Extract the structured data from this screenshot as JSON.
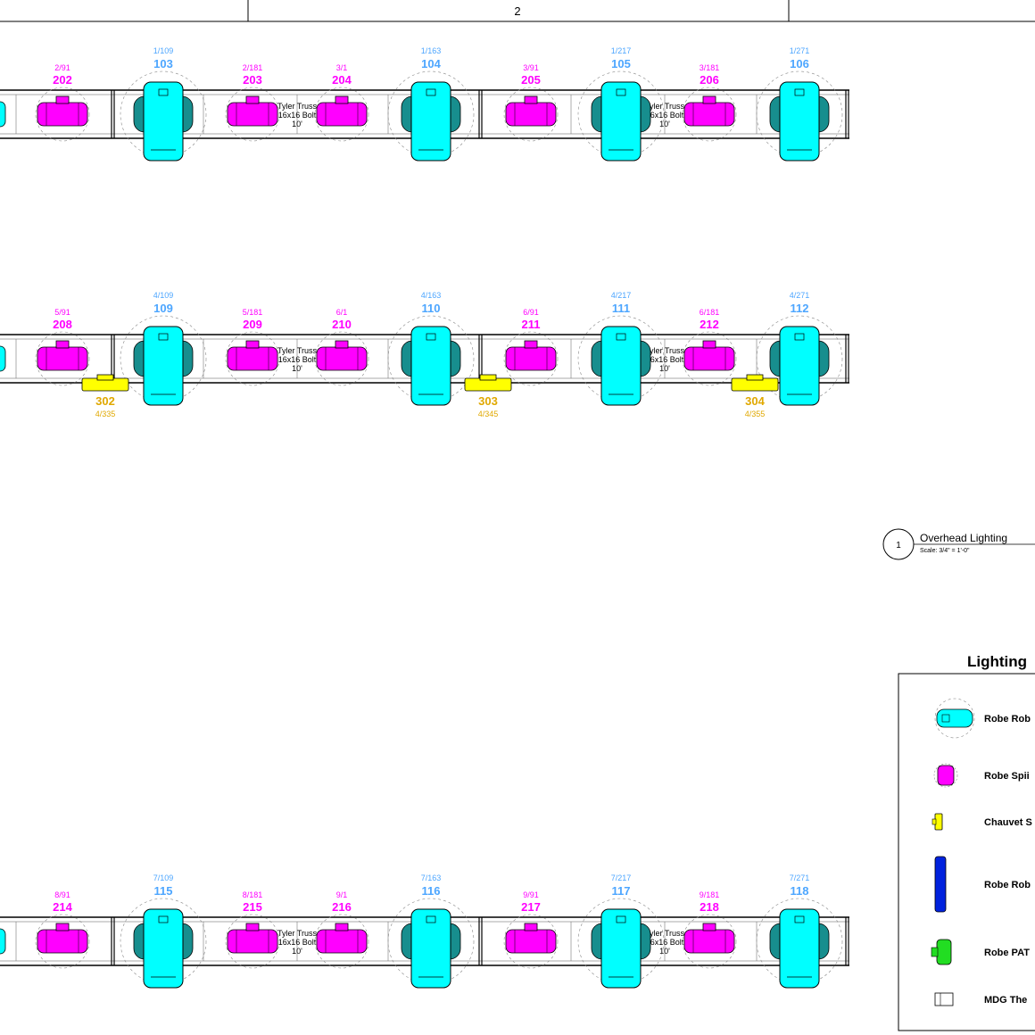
{
  "header": {
    "cells": [
      "",
      "2",
      ""
    ]
  },
  "colors": {
    "robin": "#00ffff",
    "spiider": "#ff00ff",
    "chauvet": "#ffff00",
    "robin_text": "#4da6ff",
    "spiider_text": "#ff00ff",
    "chauvet_text": "#e0a800",
    "ink": "#000000"
  },
  "truss_label": {
    "line1": "Tyler Truss",
    "line2": "16x16 Bolt",
    "line3": "10'"
  },
  "rows": [
    {
      "id": "row-1",
      "robins": [
        {
          "addr": "1/109",
          "num": "103"
        },
        {
          "addr": "1/163",
          "num": "104"
        },
        {
          "addr": "1/217",
          "num": "105"
        },
        {
          "addr": "1/271",
          "num": "106"
        }
      ],
      "spiiders": [
        {
          "addr": "2/91",
          "num": "202"
        },
        {
          "addr": "2/181",
          "num": "203"
        },
        {
          "addr": "3/1",
          "num": "204"
        },
        {
          "addr": "3/91",
          "num": "205"
        },
        {
          "addr": "3/181",
          "num": "206"
        }
      ],
      "chauvets": []
    },
    {
      "id": "row-2",
      "robins": [
        {
          "addr": "4/109",
          "num": "109"
        },
        {
          "addr": "4/163",
          "num": "110"
        },
        {
          "addr": "4/217",
          "num": "111"
        },
        {
          "addr": "4/271",
          "num": "112"
        }
      ],
      "spiiders": [
        {
          "addr": "5/91",
          "num": "208"
        },
        {
          "addr": "5/181",
          "num": "209"
        },
        {
          "addr": "6/1",
          "num": "210"
        },
        {
          "addr": "6/91",
          "num": "211"
        },
        {
          "addr": "6/181",
          "num": "212"
        }
      ],
      "chauvets": [
        {
          "addr": "4/335",
          "num": "302"
        },
        {
          "addr": "4/345",
          "num": "303"
        },
        {
          "addr": "4/355",
          "num": "304"
        }
      ]
    },
    {
      "id": "row-3",
      "robins": [
        {
          "addr": "7/109",
          "num": "115"
        },
        {
          "addr": "7/163",
          "num": "116"
        },
        {
          "addr": "7/217",
          "num": "117"
        },
        {
          "addr": "7/271",
          "num": "118"
        }
      ],
      "spiiders": [
        {
          "addr": "8/91",
          "num": "214"
        },
        {
          "addr": "8/181",
          "num": "215"
        },
        {
          "addr": "9/1",
          "num": "216"
        },
        {
          "addr": "9/91",
          "num": "217"
        },
        {
          "addr": "9/181",
          "num": "218"
        }
      ],
      "chauvets": []
    }
  ],
  "view_title": {
    "number": "1",
    "title": "Overhead Lighting",
    "scale": "Scale: 3/4\" = 1'-0\""
  },
  "legend": {
    "title": "Lighting",
    "items": [
      {
        "icon": "robe-robin-icon",
        "label": "Robe Rob",
        "color": "#00ffff"
      },
      {
        "icon": "robe-spiider-icon",
        "label": "Robe Spii",
        "color": "#ff00ff"
      },
      {
        "icon": "chauvet-icon",
        "label": "Chauvet S",
        "color": "#ffff00"
      },
      {
        "icon": "robe-blue-icon",
        "label": "Robe Rob",
        "color": "#0022dd"
      },
      {
        "icon": "robe-patt-icon",
        "label": "Robe PAT",
        "color": "#22dd22"
      },
      {
        "icon": "mdg-hazer-icon",
        "label": "MDG The",
        "color": "#ffffff"
      }
    ]
  }
}
